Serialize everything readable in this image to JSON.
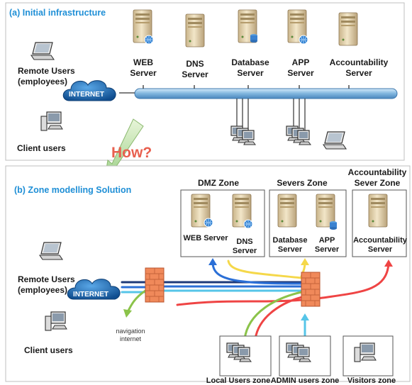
{
  "section_a": {
    "title": "(a) Initial infrastructure",
    "remote_users": [
      "Remote Users",
      "(employees)"
    ],
    "internet": "INTERNET",
    "client_users": "Client users",
    "servers": [
      {
        "line1": "WEB",
        "line2": "Server",
        "badge": "globe-icon"
      },
      {
        "line1": "DNS",
        "line2": "Server",
        "badge": ""
      },
      {
        "line1": "Database",
        "line2": "Server",
        "badge": "database-icon"
      },
      {
        "line1": "APP",
        "line2": "Server",
        "badge": "globe-icon"
      },
      {
        "line1": "Accountability",
        "line2": "Server",
        "badge": ""
      }
    ]
  },
  "how_label": "How?",
  "section_b": {
    "title": "(b) Zone modelling Solution",
    "remote_users": [
      "Remote Users",
      "(employees)"
    ],
    "internet": "INTERNET",
    "client_users": "Client users",
    "navigation": [
      "navigation",
      "internet"
    ],
    "zones": [
      {
        "title": "DMZ Zone",
        "servers": [
          [
            "WEB Server"
          ],
          [
            "DNS",
            "Server"
          ]
        ]
      },
      {
        "title": "Severs Zone",
        "servers": [
          [
            "Database",
            "Server"
          ],
          [
            "APP",
            "Server"
          ]
        ]
      },
      {
        "title_lines": [
          "Accountability",
          "Sever Zone"
        ],
        "servers": [
          [
            "Accountability",
            "Server"
          ]
        ]
      }
    ],
    "user_zones": [
      "Local Users zone",
      "ADMIN users zone",
      "Visitors zone"
    ]
  },
  "colors": {
    "title_blue": "#1f8fd6",
    "how_red": "#e8604f",
    "bus_blue": "#9ec9ea",
    "cloud_blue": "#1f6fb6",
    "firewall": "#f08a55",
    "flow_blue": "#2b6fd6",
    "flow_yellow": "#f5d84a",
    "flow_green": "#8bc34a",
    "flow_red": "#ef4444",
    "flow_cyan": "#56c5e8",
    "flow_navy": "#1e3a78"
  }
}
